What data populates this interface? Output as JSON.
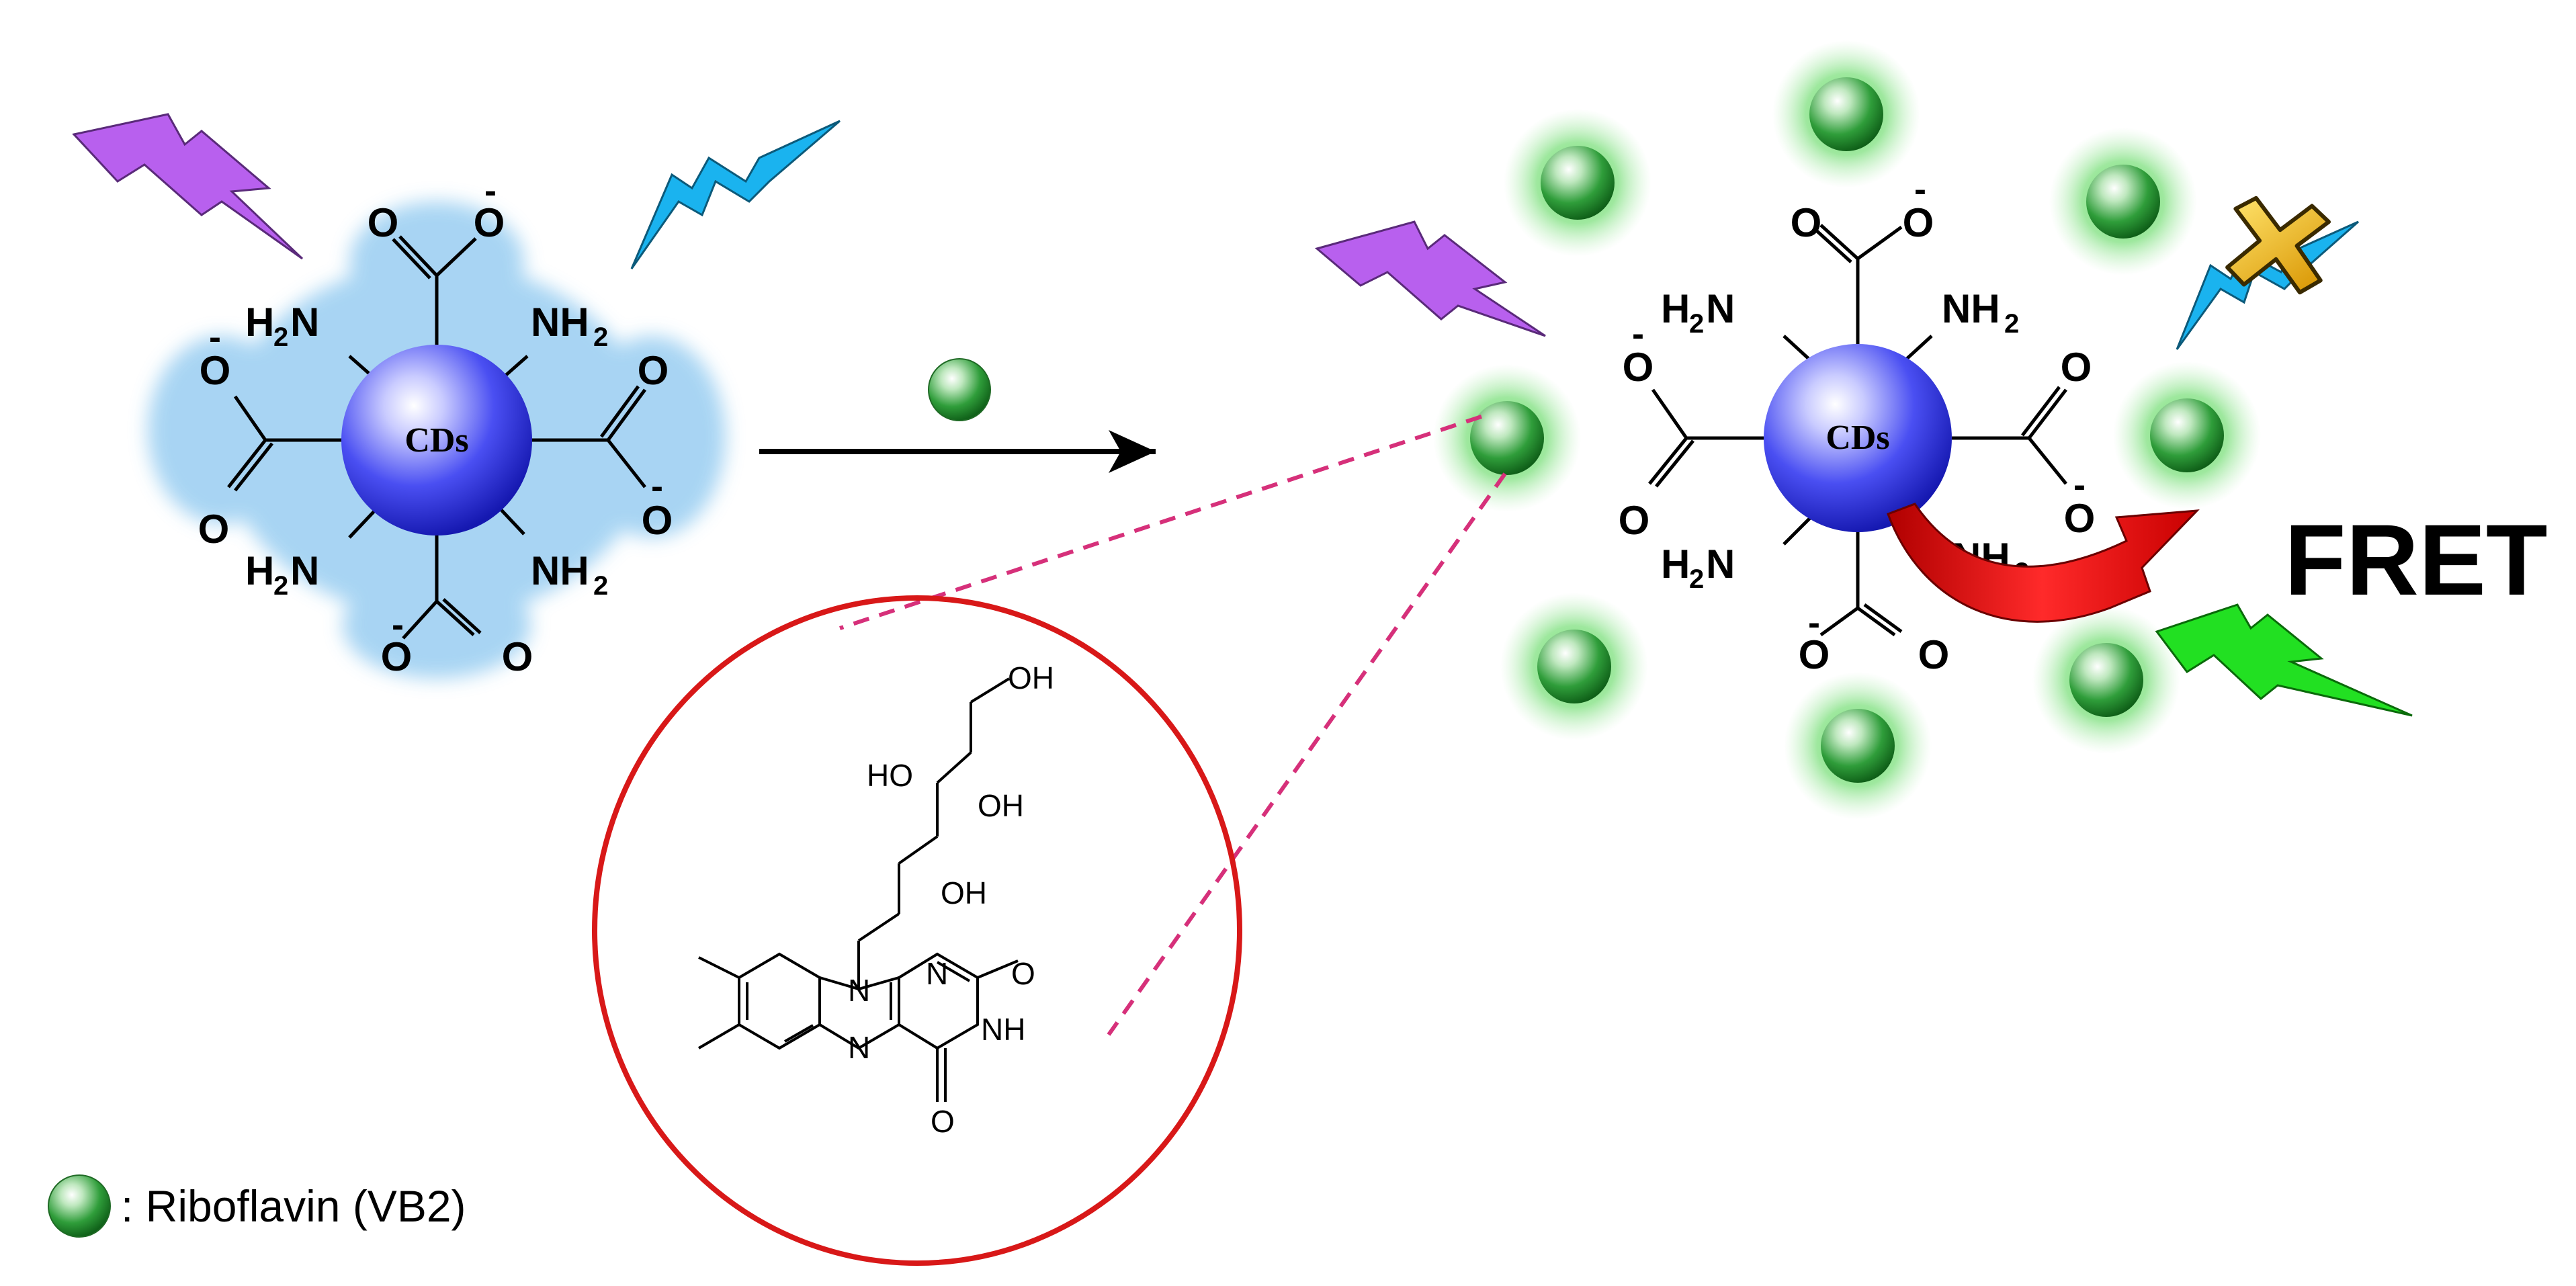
{
  "figure": {
    "core_label": "CDs",
    "fret_label": "FRET",
    "legend_text": ": Riboflavin (VB2)",
    "groups": {
      "carbonyl_o": "O",
      "carboxylate_o": "O",
      "charge": "-",
      "amine_h": "H",
      "amine_sub": "2",
      "amine_n": "N",
      "amine_nh": "NH"
    },
    "riboflavin": {
      "oh": "OH",
      "ho": "HO",
      "n": "N",
      "o": "O",
      "nh": "NH"
    }
  },
  "colors": {
    "core_blue": "#2b2fe0",
    "glow_blue": "#9fd0f2",
    "sphere_green": "#1f8f2a",
    "glow_green": "#55dd55",
    "bolt_violet": "#b860ee",
    "bolt_cyan": "#1ab3ef",
    "bolt_green": "#22e022",
    "fret_arrow": "#e01818",
    "ellipse_red": "#d81818",
    "dash_magenta": "#d6307a",
    "cross_gold": "#f2b000"
  }
}
